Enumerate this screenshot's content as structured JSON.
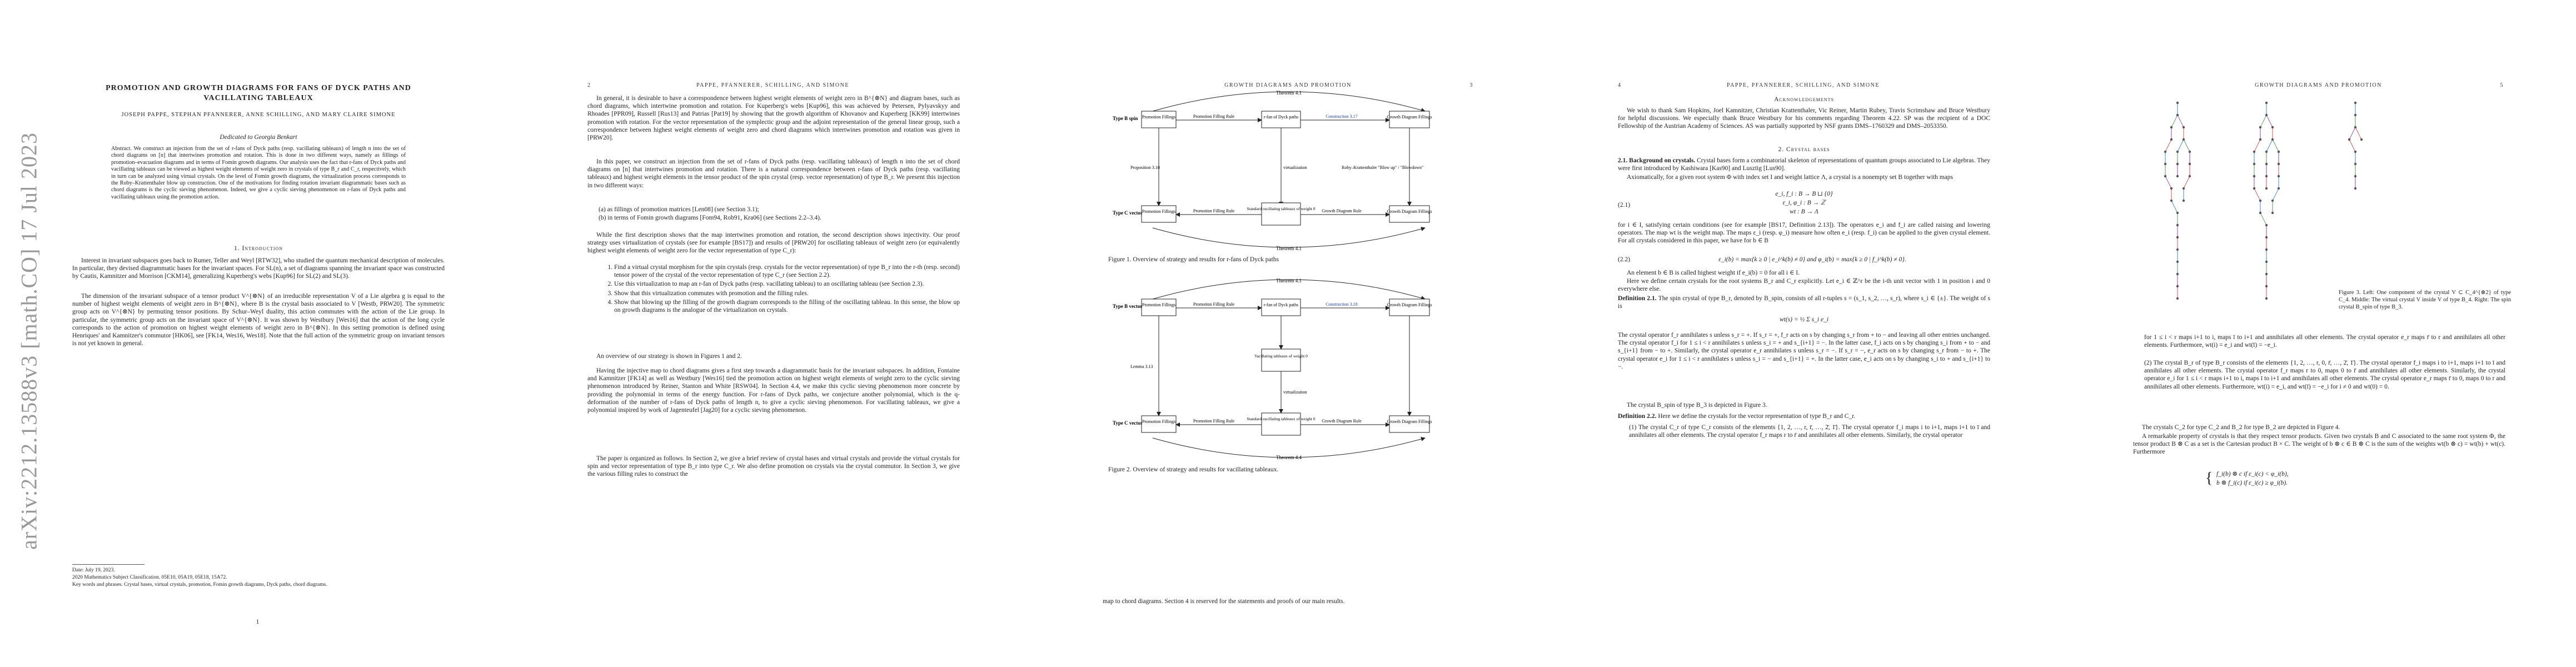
{
  "arxiv_id": "arXiv:2212.13588v3  [math.CO]  17 Jul 2023",
  "page1": {
    "title": "PROMOTION AND GROWTH DIAGRAMS FOR FANS OF DYCK PATHS AND VACILLATING TABLEAUX",
    "authors": "JOSEPH PAPPE, STEPHAN PFANNERER, ANNE SCHILLING, AND MARY CLAIRE SIMONE",
    "dedication": "Dedicated to Georgia Benkart",
    "abstract": "Abstract. We construct an injection from the set of r-fans of Dyck paths (resp. vacillating tableaux) of length n into the set of chord diagrams on [n] that intertwines promotion and rotation. This is done in two different ways, namely as fillings of promotion–evacuation diagrams and in terms of Fomin growth diagrams. Our analysis uses the fact that r-fans of Dyck paths and vacillating tableaux can be viewed as highest weight elements of weight zero in crystals of type B_r and C_r, respectively, which in turn can be analyzed using virtual crystals. On the level of Fomin growth diagrams, the virtualization process corresponds to the Roby–Krattenthaler blow up construction. One of the motivations for finding rotation invariant diagrammatic bases such as chord diagrams is the cyclic sieving phenomenon. Indeed, we give a cyclic sieving phenomenon on r-fans of Dyck paths and vacillating tableaux using the promotion action.",
    "section": "1. Introduction",
    "para1": "Interest in invariant subspaces goes back to Rumer, Teller and Weyl [RTW32], who studied the quantum mechanical description of molecules. In particular, they devised diagrammatic bases for the invariant spaces. For SL(n), a set of diagrams spanning the invariant space was constructed by Cautis, Kamnitzer and Morrison [CKM14], generalizing Kuperberg's webs [Kup96] for SL(2) and SL(3).",
    "para2": "The dimension of the invariant subspace of a tensor product V^{⊗N} of an irreducible representation V of a Lie algebra g is equal to the number of highest weight elements of weight zero in B^{⊗N}, where B is the crystal basis associated to V [Westb, PRW20]. The symmetric group acts on V^{⊗N} by permuting tensor positions. By Schur–Weyl duality, this action commutes with the action of the Lie group. In particular, the symmetric group acts on the invariant space of V^{⊗N}. It was shown by Westbury [Wes16] that the action of the long cycle corresponds to the action of promotion on highest weight elements of weight zero in B^{⊗N}. In this setting promotion is defined using Henriques' and Kamnitzer's commutor [HK06], see [FK14, Wes16, Wes18]. Note that the full action of the symmetric group on invariant tensors is not yet known in general.",
    "footnote1": "Date: July 19, 2023.",
    "footnote2": "2020 Mathematics Subject Classification. 05E10, 05A19, 05E18, 15A72.",
    "footnote3": "Key words and phrases. Crystal bases, virtual crystals, promotion, Fomin growth diagrams, Dyck paths, chord diagrams.",
    "page_number": "1"
  },
  "page2": {
    "running_left": "2",
    "running_center": "PAPPE, PFANNERER, SCHILLING, AND SIMONE",
    "para1": "In general, it is desirable to have a correspondence between highest weight elements of weight zero in B^{⊗N} and diagram bases, such as chord diagrams, which intertwine promotion and rotation. For Kuperberg's webs [Kup96], this was achieved by Petersen, Pylyavskyy and Rhoades [PPR09], Russell [Rus13] and Patrias [Pat19] by showing that the growth algorithm of Khovanov and Kuperberg [KK99] intertwines promotion with rotation. For the vector representation of the symplectic group and the adjoint representation of the general linear group, such a correspondence between highest weight elements of weight zero and chord diagrams which intertwines promotion and rotation was given in [PRW20].",
    "para2": "In this paper, we construct an injection from the set of r-fans of Dyck paths (resp. vacillating tableaux) of length n into the set of chord diagrams on [n] that intertwines promotion and rotation. There is a natural correspondence between r-fans of Dyck paths (resp. vacillating tableaux) and highest weight elements in the tensor product of the spin crystal (resp. vector representation) of type B_r. We present this injection in two different ways:",
    "list_a": "as fillings of promotion matrices [Len08] (see Section 3.1);",
    "list_b": "in terms of Fomin growth diagrams [Fom94, Rob91, Kra06] (see Sections 2.2–3.4).",
    "para3": "While the first description shows that the map intertwines promotion and rotation, the second description shows injectivity. Our proof strategy uses virtualization of crystals (see for example [BS17]) and results of [PRW20] for oscillating tableaux of weight zero (or equivalently highest weight elements of weight zero for the vector representation of type C_r):",
    "steps": [
      "Find a virtual crystal morphism for the spin crystals (resp. crystals for the vector representation) of type B_r into the r-th (resp. second) tensor power of the crystal of the vector representation of type C_r (see Section 2.2).",
      "Use this virtualization to map an r-fan of Dyck paths (resp. vacillating tableau) to an oscillating tableau (see Section 2.3).",
      "Show that this virtualization commutes with promotion and the filling rules.",
      "Show that blowing up the filling of the growth diagram corresponds to the filling of the oscillating tableau. In this sense, the blow up on growth diagrams is the analogue of the virtualization on crystals."
    ],
    "para4": "An overview of our strategy is shown in Figures 1 and 2.",
    "para5": "Having the injective map to chord diagrams gives a first step towards a diagrammatic basis for the invariant subspaces. In addition, Fontaine and Kamnitzer [FK14] as well as Westbury [Wes16] tied the promotion action on highest weight elements of weight zero to the cyclic sieving phenomenon introduced by Reiner, Stanton and White [RSW04]. In Section 4.4, we make this cyclic sieving phenomenon more concrete by providing the polynomial in terms of the energy function. For r-fans of Dyck paths, we conjecture another polynomial, which is the q-deformation of the number of r-fans of Dyck paths of length n, to give a cyclic sieving phenomenon. For vacillating tableaux, we give a polynomial inspired by work of Jagenteufel [Jag20] for a cyclic sieving phenomenon.",
    "para6": "The paper is organized as follows. In Section 2, we give a brief review of crystal bases and virtual crystals and provide the virtual crystals for spin and vector representation of type B_r into type C_r. We also define promotion on crystals via the crystal commutor. In Section 3, we give the various filling rules to construct the"
  },
  "page3": {
    "running_center": "GROWTH DIAGRAMS AND PROMOTION",
    "running_right": "3",
    "fig1": {
      "top_label": "Theorem 4.1",
      "bottom_label": "Theorem 4.1",
      "row1_label": "Type B spin",
      "row2_label": "Type C vector",
      "promo1": "Promotion Fillings",
      "fillrule1": "Promotion Filling Rule",
      "fan": "r-fan of Dyck paths",
      "construct": "Construction 3.17",
      "growth1": "Growth Diagram Fillings",
      "promo2": "Promotion Fillings",
      "fillrule2": "Promotion Filling Rule",
      "std": "Standard oscillating tableaux of weight 0",
      "growth_rule": "Growth Diagram Rule",
      "growth2": "Growth Diagram Fillings",
      "prop": "Proposition 3.10",
      "virt": "virtualization",
      "roby": "Roby–Krattenthaler \"Blow up\" / \"Blowdown\""
    },
    "fig1_caption": "Figure 1. Overview of strategy and results for r-fans of Dyck paths",
    "fig2": {
      "top_label": "Theorem 4.1",
      "bottom_label": "Theorem 4.4",
      "row1_label": "Type B vector",
      "row2_label": "Type C vector",
      "promo1": "Promotion Fillings",
      "fillrule1": "Promotion Filling Rule",
      "fan": "r-fan of Dyck paths",
      "construct": "Construction 3.18",
      "growth1": "Growth Diagram Fillings",
      "vac": "Vacillating tableaux of weight 0",
      "promo2": "Promotion Fillings",
      "fillrule2": "Promotion Filling Rule",
      "std": "Standard oscillating tableaux of weight 0",
      "growth_rule": "Growth Diagram Rule",
      "growth2": "Growth Diagram Fillings",
      "lemma": "Lemma 3.13",
      "virt": "virtualization"
    },
    "fig2_caption": "Figure 2. Overview of strategy and results for vacillating tableaux.",
    "bottom_text": "map to chord diagrams. Section 4 is reserved for the statements and proofs of our main results."
  },
  "page4": {
    "running_left": "4",
    "running_center": "PAPPE, PFANNERER, SCHILLING, AND SIMONE",
    "ack_title": "Acknowledgements",
    "ack": "We wish to thank Sam Hopkins, Joel Kamnitzer, Christian Krattenthaler, Vic Reiner, Martin Rubey, Travis Scrimshaw and Bruce Westbury for helpful discussions. We especially thank Bruce Westbury for his comments regarding Theorem 4.22. SP was the recipient of a DOC Fellowship of the Austrian Academy of Sciences. AS was partially supported by NSF grants DMS–1760329 and DMS–2053350.",
    "section2": "2. Crystal bases",
    "sub21": "2.1. Background on crystals.",
    "sub21_text": "Crystal bases form a combinatorial skeleton of representations of quantum groups associated to Lie algebras. They were first introduced by Kashiwara [Kas90] and Lusztig [Lus90].",
    "sub21_text2": "Axiomatically, for a given root system Φ with index set I and weight lattice Λ, a crystal is a nonempty set B together with maps",
    "eq_lines": [
      "e_i, f_i : B → B ⊔ {0}",
      "ε_i, φ_i : B → ℤ",
      "wt : B → Λ"
    ],
    "eq_num": "(2.1)",
    "after_eq": "for i ∈ I, satisfying certain conditions (see for example [BS17, Definition 2.13]). The operators e_i and f_i are called raising and lowering operators. The map wt is the weight map. The maps ε_i (resp. φ_i) measure how often e_i (resp. f_i) can be applied to the given crystal element. For all crystals considered in this paper, we have for b ∈ B",
    "eq2": "ε_i(b) = max{k ≥ 0 | e_i^k(b) ≠ 0}   and   φ_i(b) = max{k ≥ 0 | f_i^k(b) ≠ 0}.",
    "eq2_num": "(2.2)",
    "hw": "An element b ∈ B is called highest weight if e_i(b) = 0 for all i ∈ I.",
    "hw2": "Here we define certain crystals for the root systems B_r and C_r explicitly. Let e_i ∈ ℤ^r be the i-th unit vector with 1 in position i and 0 everywhere else.",
    "def21_title": "Definition 2.1.",
    "def21": "The spin crystal of type B_r, denoted by B_spin, consists of all r-tuples s = (s_1, s_2, …, s_r), where s_i ∈ {±}. The weight of s is",
    "wt_eq": "wt(s) = ½ Σ s_i e_i",
    "def21b": "The crystal operator f_r annihilates s unless s_r = +. If s_r = +, f_r acts on s by changing s_r from + to − and leaving all other entries unchanged. The crystal operator f_i for 1 ≤ i < r annihilates s unless s_i = + and s_{i+1} = −. In the latter case, f_i acts on s by changing s_i from + to − and s_{i+1} from − to +. Similarly, the crystal operator e_r annihilates s unless s_r = −. If s_r = −, e_r acts on s by changing s_r from − to +. The crystal operator e_i for 1 ≤ i < r annihilates s unless s_i = − and s_{i+1} = +. In the latter case, e_i acts on s by changing s_i to + and s_{i+1} to −.",
    "def21c": "The crystal B_spin of type B_3 is depicted in Figure 3.",
    "def22_title": "Definition 2.2.",
    "def22": "Here we define the crystals for the vector representation of type B_r and C_r.",
    "def22_item1": "The crystal C_r of type C_r consists of the elements {1, 2, …, r, r̄, …, 2̄, 1̄}. The crystal operator f_i maps i to i+1, maps i+1 to ī and annihilates all other elements. The crystal operator f_r maps r to r̄ and annihilates all other elements. Similarly, the crystal operator"
  },
  "page5": {
    "running_center": "GROWTH DIAGRAMS AND PROMOTION",
    "running_right": "5",
    "fig3_caption": "Figure 3. Left: One component of the crystal V ⊂ C_4^{⊗2} of type C_4. Middle: The virtual crystal V inside V of type B_4. Right: The spin crystal B_spin of type B_3.",
    "item_text1": "for 1 ≤ i < r maps i+1 to i, maps ī to i+1 and annihilates all other elements. The crystal operator e_r maps r̄ to r and annihilates all other elements. Furthermore, wt(i) = e_i and wt(ī) = −e_i.",
    "item2": "The crystal B_r of type B_r consists of the elements {1, 2, …, r, 0, r̄, …, 2̄, 1̄}. The crystal operator f_i maps i to i+1, maps i+1 to ī and annihilates all other elements. The crystal operator f_r maps r to 0, maps 0 to r̄ and annihilates all other elements. Similarly, the crystal operator e_i for 1 ≤ i < r maps i+1 to i, maps ī to i+1 and annihilates all other elements. The crystal operator e_r maps r̄ to 0, maps 0 to r and annihilates all other elements. Furthermore, wt(i) = e_i, and wt(ī) = −e_i for i ≠ 0 and wt(0) = 0.",
    "item_after": "The crystals C_2 for type C_2 and B_2 for type B_2 are depicted in Figure 4.",
    "tensor": "A remarkable property of crystals is that they respect tensor products. Given two crystals B and C associated to the same root system Φ, the tensor product B ⊗ C as a set is the Cartesian product B × C. The weight of b ⊗ c ∈ B ⊗ C is the sum of the weights wt(b ⊗ c) = wt(b) + wt(c). Furthermore",
    "fi_eq1": "f_i(b) ⊗ c  if ε_i(c) < φ_i(b),",
    "fi_eq2": "b ⊗ f_i(c)  if ε_i(c) ≥ φ_i(b)."
  }
}
